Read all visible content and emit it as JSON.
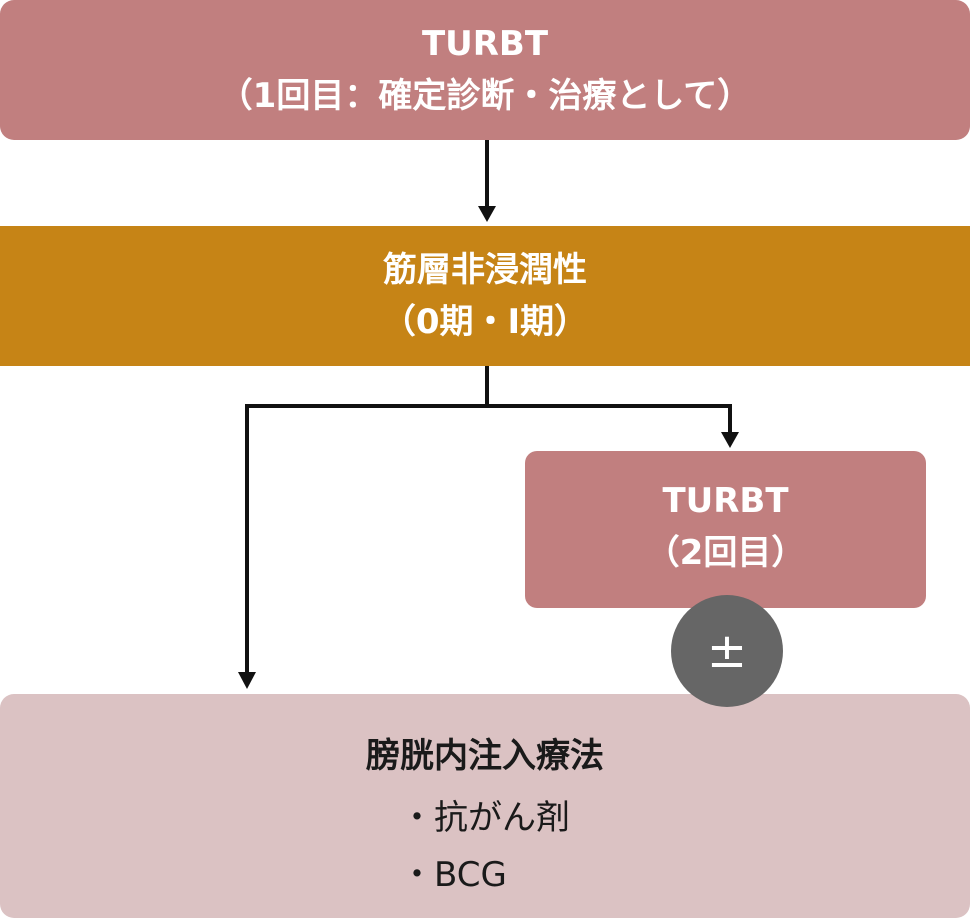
{
  "colors": {
    "turbt_box": "#c17f7f",
    "classification_box": "#c68416",
    "therapy_box": "#dbc2c3",
    "plus_minus_circle": "#666666",
    "arrow": "#111111"
  },
  "top_box": {
    "line1": "TURBT",
    "line2": "（1回目：確定診断・治療として）"
  },
  "middle_box": {
    "line1": "筋層非浸潤性",
    "line2": "（0期・I期）"
  },
  "turbt2_box": {
    "line1": "TURBT",
    "line2": "（2回目）"
  },
  "plus_minus": {
    "symbol": "±"
  },
  "bottom_box": {
    "title": "膀胱内注入療法",
    "items": [
      "・抗がん剤",
      "・BCG"
    ]
  }
}
